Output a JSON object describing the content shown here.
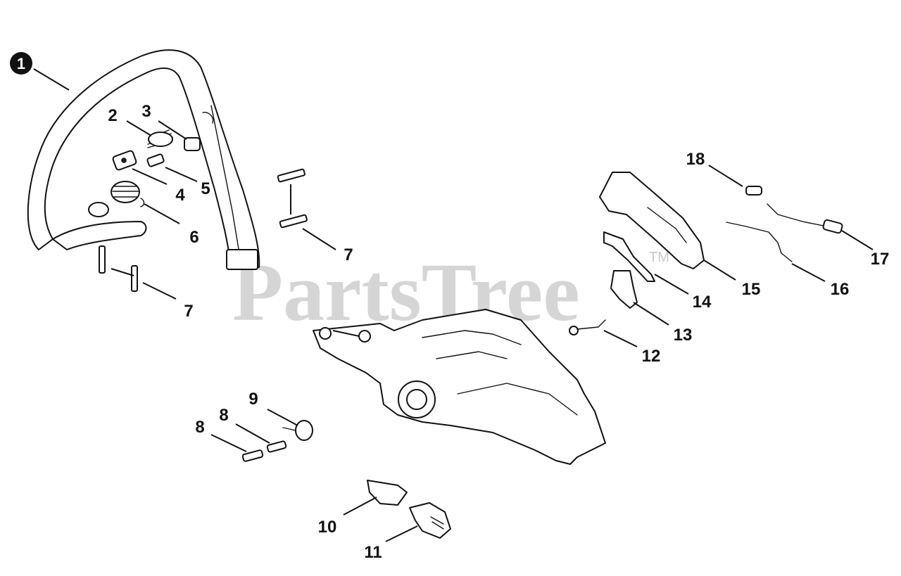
{
  "watermark": {
    "text": "PartsTree",
    "tm": "TM"
  },
  "callouts": {
    "c1": "1",
    "c2": "2",
    "c3": "3",
    "c4": "4",
    "c5": "5",
    "c6": "6",
    "c7a": "7",
    "c7b": "7",
    "c8a": "8",
    "c8b": "8",
    "c9": "9",
    "c10": "10",
    "c11": "11",
    "c12": "12",
    "c13": "13",
    "c14": "14",
    "c15": "15",
    "c16": "16",
    "c17": "17",
    "c18": "18"
  }
}
